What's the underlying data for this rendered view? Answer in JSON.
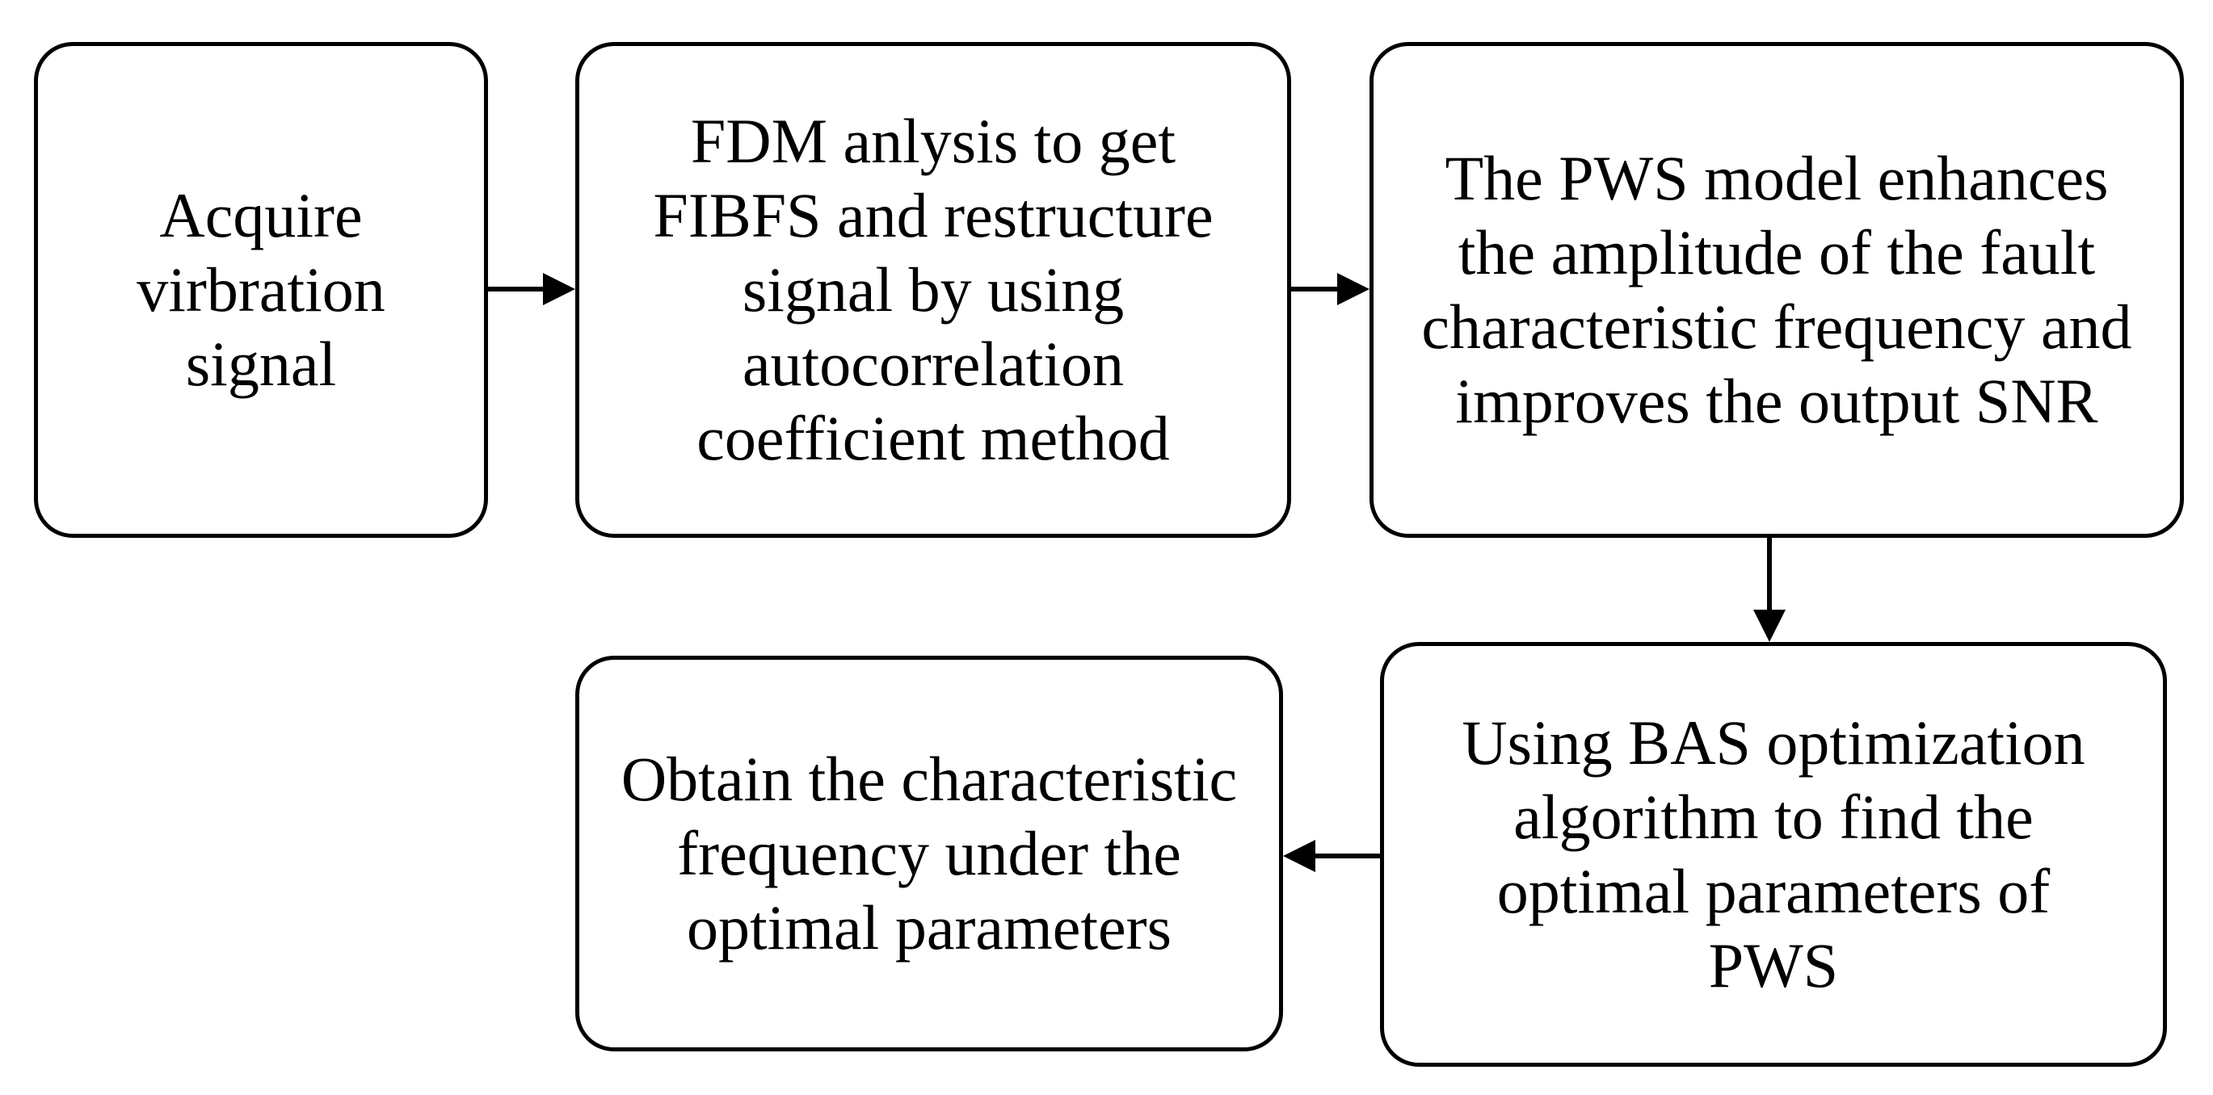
{
  "diagram": {
    "nodes": [
      {
        "id": "acquire",
        "lines": [
          "Acquire",
          "virbration",
          "signal"
        ]
      },
      {
        "id": "fdm",
        "lines": [
          "FDM anlysis to get",
          "FIBFS and restructure",
          "signal by using",
          "autocorrelation",
          "coefficient method"
        ]
      },
      {
        "id": "pws",
        "lines": [
          "The PWS model enhances",
          "the amplitude of the fault",
          "characteristic frequency and",
          "improves the output SNR"
        ]
      },
      {
        "id": "bas",
        "lines": [
          "Using BAS optimization",
          "algorithm to find the",
          "optimal parameters of",
          "PWS"
        ]
      },
      {
        "id": "obtain",
        "lines": [
          "Obtain the characteristic",
          "frequency under the",
          "optimal parameters"
        ]
      }
    ],
    "edges": [
      {
        "from": "acquire",
        "to": "fdm"
      },
      {
        "from": "fdm",
        "to": "pws"
      },
      {
        "from": "pws",
        "to": "bas"
      },
      {
        "from": "bas",
        "to": "obtain"
      }
    ]
  }
}
